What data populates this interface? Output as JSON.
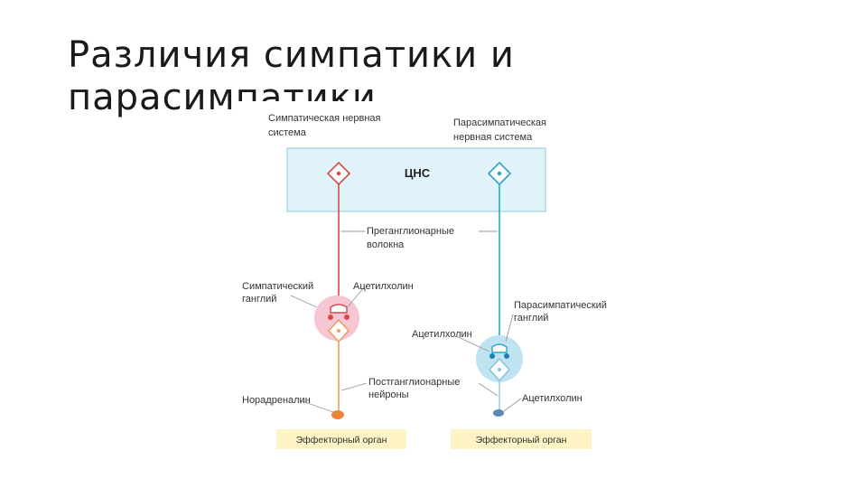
{
  "slide": {
    "title_line1": "Различия симпатики и",
    "title_line2": "парасимпатики"
  },
  "diagram": {
    "sympathetic_system_line1": "Симпатическая нервная",
    "sympathetic_system_line2": "система",
    "parasympathetic_system_line1": "Парасимпатическая",
    "parasympathetic_system_line2": "нервная система",
    "cns_label": "ЦНС",
    "preganglionic_line1": "Преганглионарные",
    "preganglionic_line2": "волокна",
    "sympathetic_ganglion_line1": "Симпатический",
    "sympathetic_ganglion_line2": "ганглий",
    "acetylcholine_sympathetic": "Ацетилхолин",
    "parasympathetic_ganglion_line1": "Парасимпатический",
    "parasympathetic_ganglion_line2": "ганглий",
    "acetylcholine_parasympathetic": "Ацетилхолин",
    "postganglionic_line1": "Постганглионарные",
    "postganglionic_line2": "нейроны",
    "noradrenaline": "Норадреналин",
    "acetylcholine_effector": "Ацетилхолин",
    "effector_left": "Эффекторный орган",
    "effector_right": "Эффекторный орган",
    "colors": {
      "sympathetic": "#d94848",
      "sympathetic_post": "#e8a060",
      "parasympathetic": "#2aa6c8",
      "cns_fill": "#dff3f8",
      "cns_stroke": "#9fd4e3",
      "sympathetic_ganglion": "#f6c6d2",
      "parasympathetic_ganglion": "#bfe3f0",
      "effector_fill": "#fdf3c4",
      "leader": "#9a9a9a"
    }
  }
}
